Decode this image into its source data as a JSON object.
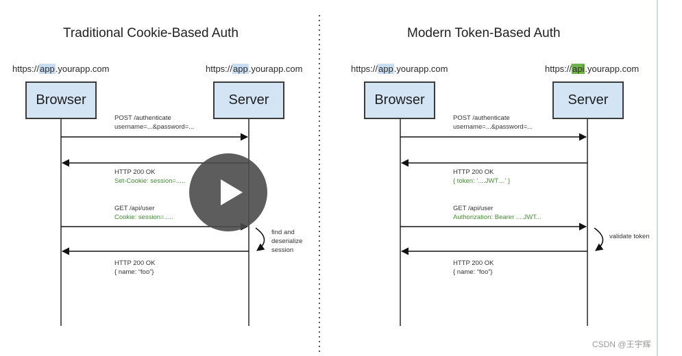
{
  "colors": {
    "box_fill": "#d3e4f4",
    "box_border": "#3a3a3a",
    "url_highlight_app": "#c9def2",
    "url_highlight_api": "#6fb34d",
    "green_text": "#3f8f2f",
    "dark_text": "#333333",
    "play_overlay": "rgba(75,75,75,0.9)"
  },
  "left": {
    "title": "Traditional Cookie-Based Auth",
    "browser_url": {
      "prefix": "https://",
      "sub": "app",
      "suffix": ".yourapp.com"
    },
    "server_url": {
      "prefix": "https://",
      "sub": "app",
      "suffix": ".yourapp.com"
    },
    "browser_label": "Browser",
    "server_label": "Server",
    "messages": [
      {
        "line1": "POST /authenticate",
        "line2": "username=...&password=...",
        "green2": false
      },
      {
        "line1": "HTTP 200 OK",
        "line2": "Set-Cookie: session=.....",
        "green2": true
      },
      {
        "line1": "GET /api/user",
        "line2": "Cookie: session=.....",
        "green2": true
      },
      {
        "line1": "HTTP 200 OK",
        "line2": "{  name: “foo”}",
        "green2": false
      }
    ],
    "server_note": [
      "find and",
      "deserialize",
      "session"
    ]
  },
  "right": {
    "title": "Modern Token-Based Auth",
    "browser_url": {
      "prefix": "https://",
      "sub": "app",
      "suffix": ".yourapp.com"
    },
    "server_url": {
      "prefix": "https://",
      "sub": "api",
      "suffix": ".yourapp.com"
    },
    "browser_label": "Browser",
    "server_label": "Server",
    "messages": [
      {
        "line1": "POST /authenticate",
        "line2": "username=...&password=...",
        "green2": false
      },
      {
        "line1": "HTTP 200 OK",
        "line2": "{ token: '....JWT…' }",
        "green2": true
      },
      {
        "line1": "GET /api/user",
        "line2": "Authorization: Bearer ....JWT...",
        "green2": true
      },
      {
        "line1": "HTTP 200 OK",
        "line2": "{ name: “foo”}",
        "green2": false
      }
    ],
    "server_note": [
      "validate token"
    ]
  },
  "watermark": "CSDN @王宇辉",
  "player": {
    "play_icon": "play-icon"
  }
}
